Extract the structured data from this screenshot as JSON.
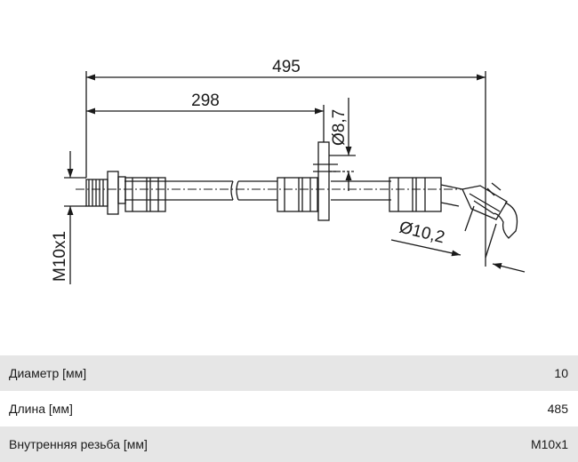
{
  "drawing": {
    "dims": {
      "total_length": "495",
      "partial_length": "298",
      "hole_diameter": "Ø8,7",
      "bend_diameter": "Ø10,2",
      "thread": "M10x1"
    }
  },
  "specs": [
    {
      "label": "Диаметр [мм]",
      "value": "10"
    },
    {
      "label": "Длина [мм]",
      "value": "485"
    },
    {
      "label": "Внутренняя резьба [мм]",
      "value": "M10x1"
    }
  ]
}
